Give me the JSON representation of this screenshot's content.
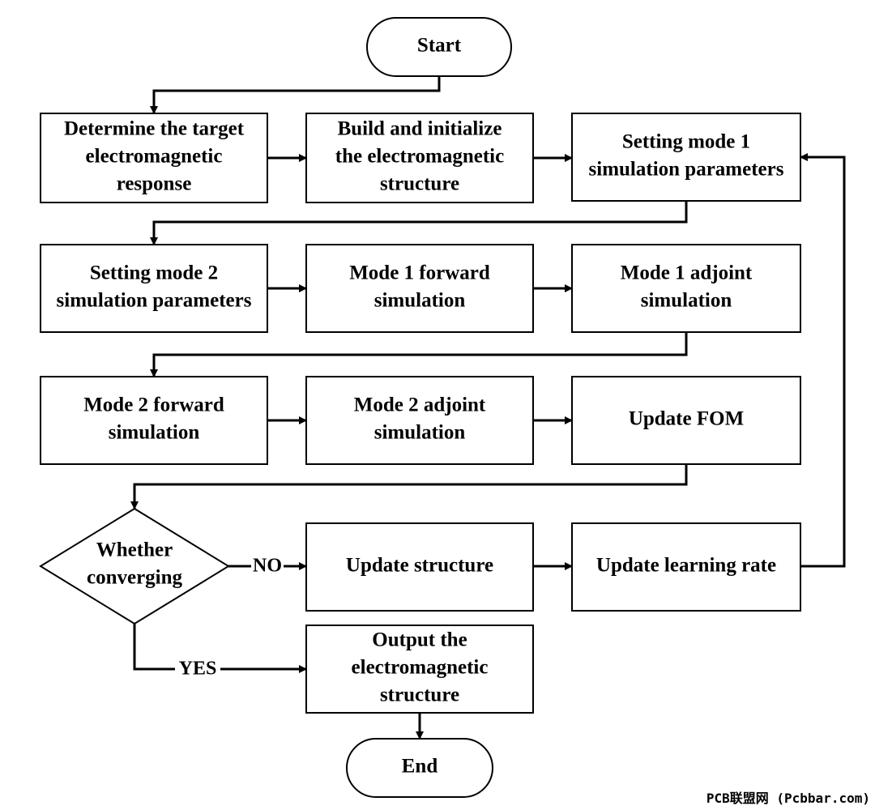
{
  "nodes": [
    {
      "id": "start",
      "shape": "terminal",
      "lines": [
        "Start"
      ]
    },
    {
      "id": "determine",
      "shape": "process",
      "lines": [
        "Determine the target",
        "electromagnetic",
        "response"
      ]
    },
    {
      "id": "build",
      "shape": "process",
      "lines": [
        "Build and initialize",
        "the electromagnetic",
        "structure"
      ]
    },
    {
      "id": "mode1params",
      "shape": "process",
      "lines": [
        "Setting mode 1",
        "simulation parameters"
      ]
    },
    {
      "id": "mode2params",
      "shape": "process",
      "lines": [
        "Setting mode 2",
        "simulation parameters"
      ]
    },
    {
      "id": "mode1fwd",
      "shape": "process",
      "lines": [
        "Mode 1 forward",
        "simulation"
      ]
    },
    {
      "id": "mode1adj",
      "shape": "process",
      "lines": [
        "Mode 1 adjoint",
        "simulation"
      ]
    },
    {
      "id": "mode2fwd",
      "shape": "process",
      "lines": [
        "Mode 2 forward",
        "simulation"
      ]
    },
    {
      "id": "mode2adj",
      "shape": "process",
      "lines": [
        "Mode 2 adjoint",
        "simulation"
      ]
    },
    {
      "id": "fom",
      "shape": "process",
      "lines": [
        "Update FOM"
      ]
    },
    {
      "id": "converge",
      "shape": "decision",
      "lines": [
        "Whether",
        "converging"
      ]
    },
    {
      "id": "updstruct",
      "shape": "process",
      "lines": [
        "Update structure"
      ]
    },
    {
      "id": "updlr",
      "shape": "process",
      "lines": [
        "Update  learning  rate"
      ]
    },
    {
      "id": "output",
      "shape": "process",
      "lines": [
        "Output the",
        "electromagnetic",
        "structure"
      ]
    },
    {
      "id": "end",
      "shape": "terminal",
      "lines": [
        "End"
      ]
    }
  ],
  "edges": [
    {
      "from": "start",
      "to": "determine",
      "label": ""
    },
    {
      "from": "determine",
      "to": "build",
      "label": ""
    },
    {
      "from": "build",
      "to": "mode1params",
      "label": ""
    },
    {
      "from": "mode1params",
      "to": "mode2params",
      "label": ""
    },
    {
      "from": "mode2params",
      "to": "mode1fwd",
      "label": ""
    },
    {
      "from": "mode1fwd",
      "to": "mode1adj",
      "label": ""
    },
    {
      "from": "mode1adj",
      "to": "mode2fwd",
      "label": ""
    },
    {
      "from": "mode2fwd",
      "to": "mode2adj",
      "label": ""
    },
    {
      "from": "mode2adj",
      "to": "fom",
      "label": ""
    },
    {
      "from": "fom",
      "to": "converge",
      "label": ""
    },
    {
      "from": "converge",
      "to": "updstruct",
      "label": "NO"
    },
    {
      "from": "updstruct",
      "to": "updlr",
      "label": ""
    },
    {
      "from": "updlr",
      "to": "mode1params",
      "label": ""
    },
    {
      "from": "converge",
      "to": "output",
      "label": "YES"
    },
    {
      "from": "output",
      "to": "end",
      "label": ""
    }
  ],
  "watermark": "PCB联盟网 (Pcbbar.com)",
  "colors": {
    "stroke": "#000000",
    "fill": "#ffffff",
    "text": "#000000"
  }
}
